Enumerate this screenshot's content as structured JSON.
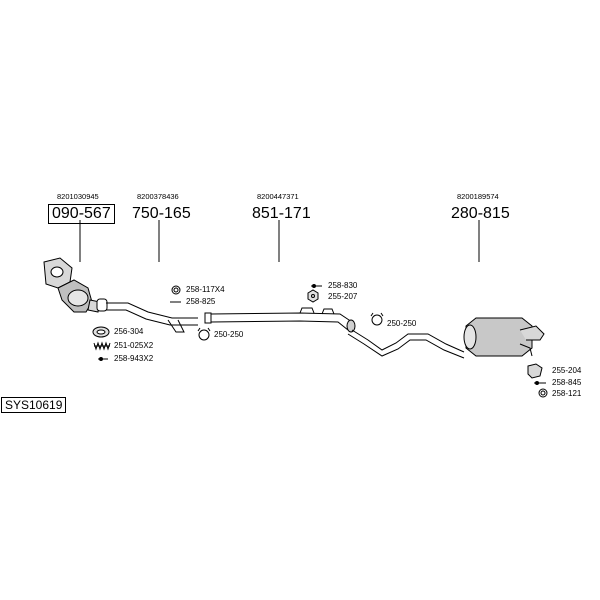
{
  "diagram_id": "SYS10619",
  "assemblies": [
    {
      "oem": "8201030945",
      "part": "090-567",
      "boxed": true
    },
    {
      "oem": "8200378436",
      "part": "750-165",
      "boxed": false
    },
    {
      "oem": "8200447371",
      "part": "851-171",
      "boxed": false
    },
    {
      "oem": "8200189574",
      "part": "280-815",
      "boxed": false
    }
  ],
  "accessories": [
    "256-304",
    "251-025X2",
    "258-943X2",
    "258-117X4",
    "258-825",
    "250-250",
    "258-830",
    "255-207",
    "250-250",
    "255-204",
    "258-845",
    "258-121"
  ],
  "icons": {
    "clamp": "clamp-icon",
    "bolt": "bolt-icon",
    "gasket": "gasket-icon",
    "spring": "spring-icon",
    "nut": "nut-icon",
    "bracket": "bracket-icon"
  }
}
